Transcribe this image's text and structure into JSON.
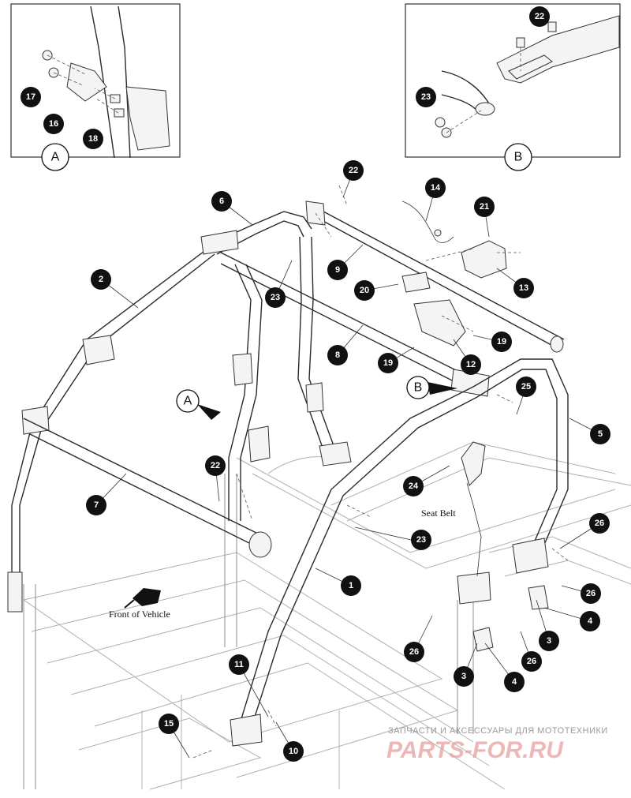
{
  "inset_a": {
    "label": "A",
    "callouts": [
      "17",
      "16",
      "18"
    ]
  },
  "inset_b": {
    "label": "B",
    "callouts": [
      "22",
      "23"
    ]
  },
  "view_markers": {
    "a": "A",
    "b": "B"
  },
  "callouts": {
    "c1": "1",
    "c2": "2",
    "c3a": "3",
    "c3b": "3",
    "c4a": "4",
    "c4b": "4",
    "c5": "5",
    "c6": "6",
    "c7": "7",
    "c8": "8",
    "c9": "9",
    "c10": "10",
    "c11": "11",
    "c12": "12",
    "c13": "13",
    "c14": "14",
    "c15": "15",
    "c19a": "19",
    "c19b": "19",
    "c20": "20",
    "c21": "21",
    "c22a": "22",
    "c22b": "22",
    "c23a": "23",
    "c23b": "23",
    "c24": "24",
    "c25": "25",
    "c26a": "26",
    "c26b": "26",
    "c26c": "26",
    "c26d": "26"
  },
  "labels": {
    "seat_belt": "Seat Belt",
    "front_of_vehicle": "Front of Vehicle"
  },
  "watermark": {
    "line1": "ЗАПЧАСТИ И АКСЕССУАРЫ ДЛЯ МОТОТЕХНИКИ",
    "line2": "PARTS-FOR.RU"
  },
  "colors": {
    "ink": "#111111",
    "watermark_red": "#d43a3a"
  }
}
